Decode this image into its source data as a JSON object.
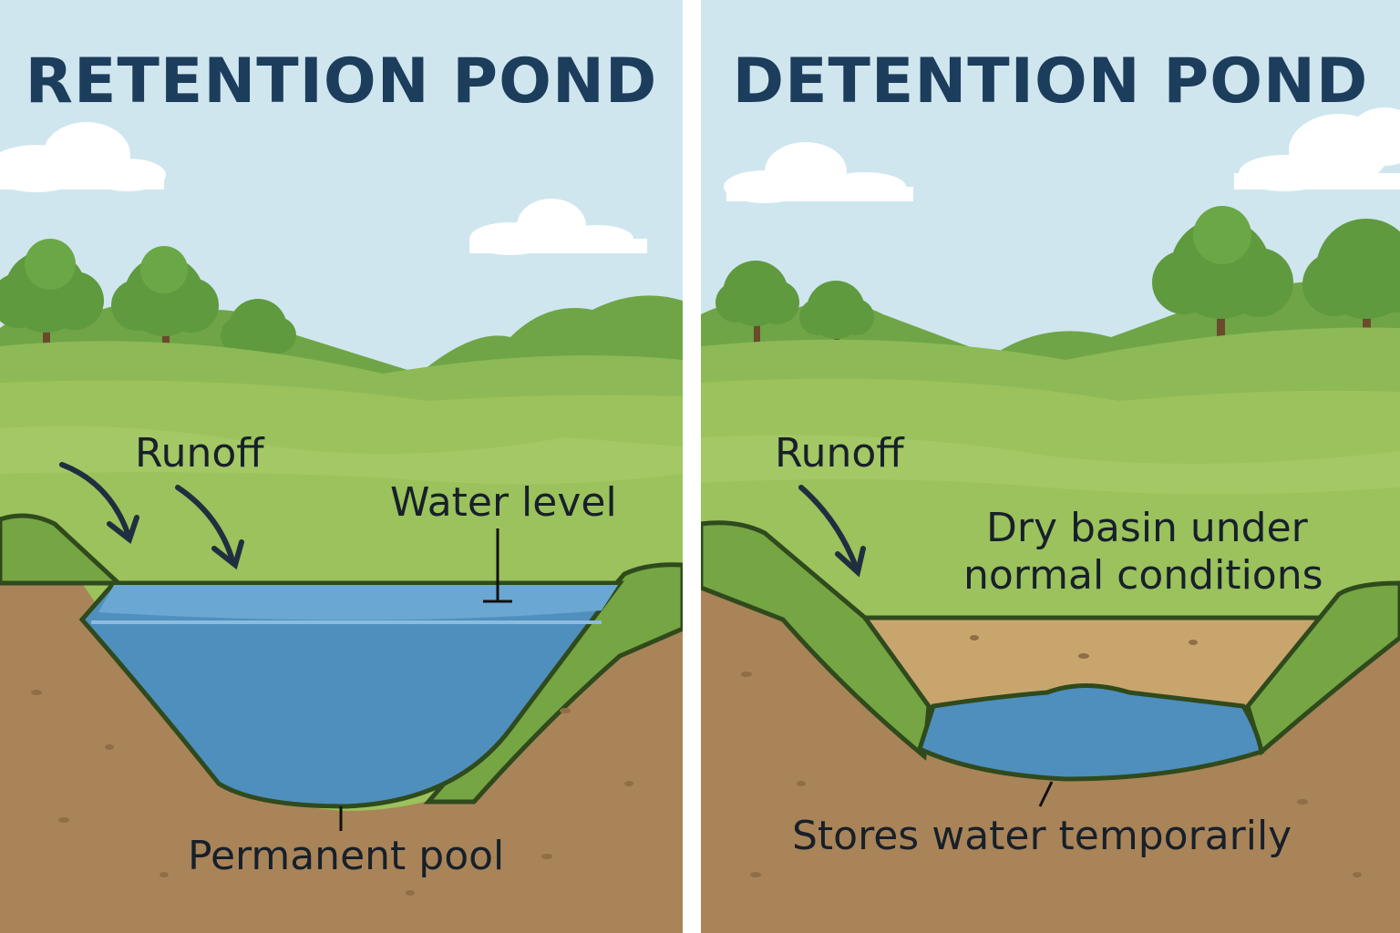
{
  "retention": {
    "title": "RETENTION POND",
    "runoff_label": "Runoff",
    "water_level_label": "Water level",
    "pool_label": "Permanent pool"
  },
  "detention": {
    "title": "DETENTION POND",
    "runoff_label": "Runoff",
    "dry_basin_label_line1": "Dry basin under",
    "dry_basin_label_line2": "normal conditions",
    "stores_label": "Stores water temporarily"
  },
  "colors": {
    "sky": "#cfe6ef",
    "grass": "#9bc25c",
    "grass_dark": "#76a544",
    "tree": "#5f9a3f",
    "soil": "#a98458",
    "water": "#4f8fbd",
    "title": "#1d3d5c"
  }
}
